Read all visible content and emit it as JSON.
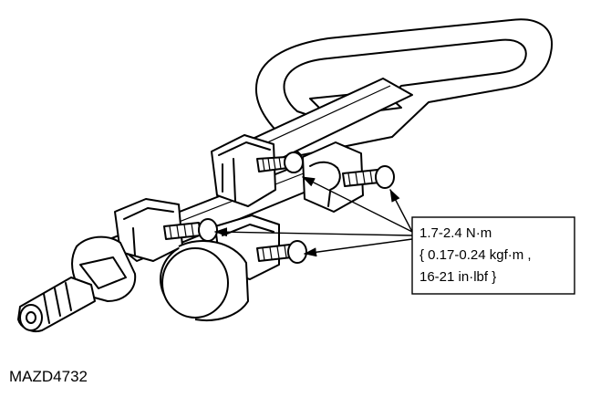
{
  "callout": {
    "line1": "1.7-2.4 N·m",
    "line2": "{ 0.17-0.24 kgf·m ,",
    "line3": "16-21 in·lbf }"
  },
  "figure_id": "MAZD4732"
}
